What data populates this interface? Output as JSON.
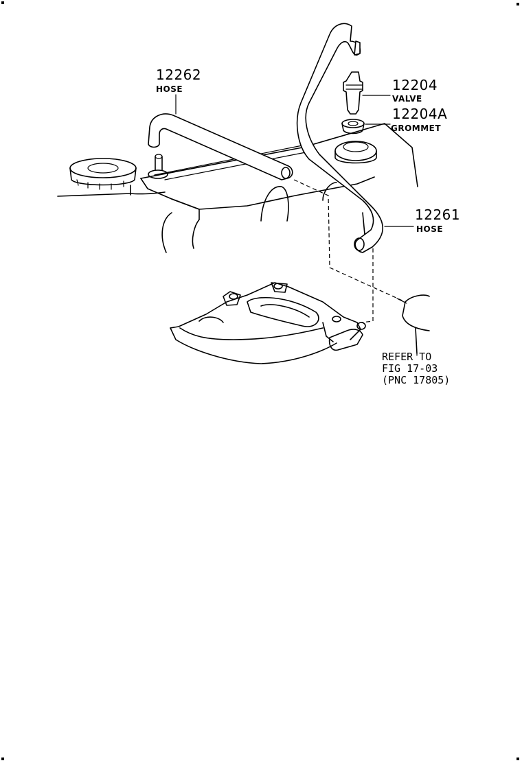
{
  "parts": [
    {
      "number": "12262",
      "name": "HOSE"
    },
    {
      "number": "12204",
      "name": "VALVE"
    },
    {
      "number": "12204A",
      "name": "GROMMET"
    },
    {
      "number": "12261",
      "name": "HOSE"
    }
  ],
  "reference": {
    "line1": "REFER TO",
    "line2": "FIG 17-03",
    "line3": "(PNC 17805)"
  }
}
